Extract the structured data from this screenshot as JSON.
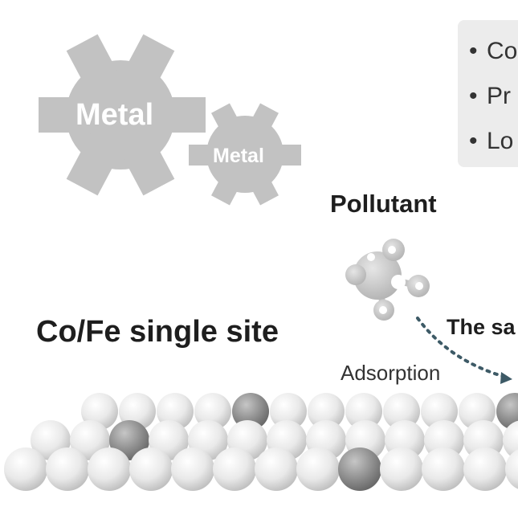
{
  "gears": {
    "large_label": "Metal",
    "small_label": "Metal"
  },
  "pollutant_label": "Pollutant",
  "site_label": "Co/Fe single site",
  "adsorption_label": "Adsorption",
  "partial_label": "The sa",
  "bullets": [
    {
      "text": "Co"
    },
    {
      "text": "Pr"
    },
    {
      "text": "Lo"
    }
  ],
  "colors": {
    "gear": "#c2c2c2",
    "gear_text": "#ffffff",
    "sphere_light": "#e8e8e8",
    "sphere_dark": "#8a8a8a",
    "dotted_arrow": "#3d5a66",
    "text": "#1e1e1e"
  }
}
